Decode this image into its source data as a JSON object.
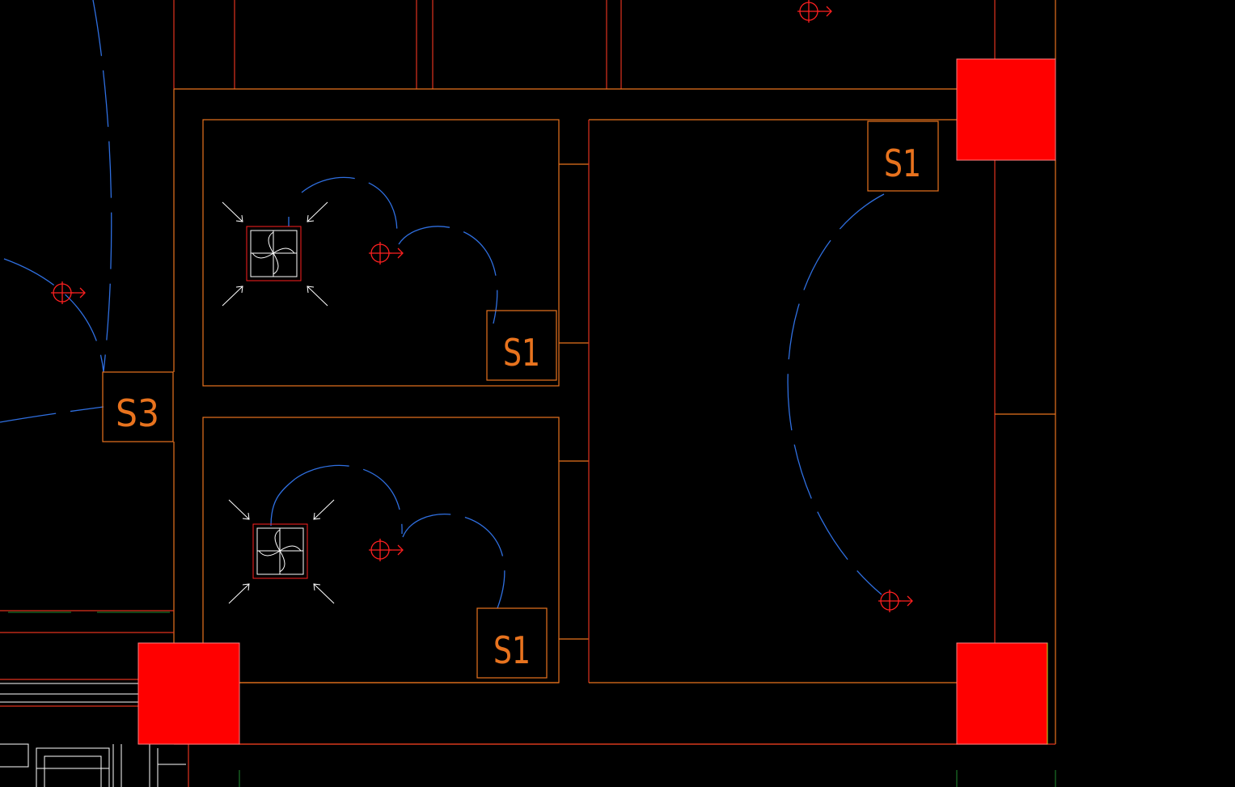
{
  "colors": {
    "background": "#000000",
    "wall": "#e8731e",
    "wall_red": "#e0321e",
    "column": "#ff0000",
    "wiring": "#2f6fe0",
    "fixture": "#ff2020",
    "fan": "#ffffff",
    "green": "#1f8a2f"
  },
  "switches": {
    "s3": "S3",
    "s1_top_right": "S1",
    "s1_upper_room": "S1",
    "s1_lower_room": "S1"
  },
  "icons": {
    "light": "ceiling-light-icon",
    "fan": "exhaust-fan-icon",
    "column": "structural-column"
  }
}
